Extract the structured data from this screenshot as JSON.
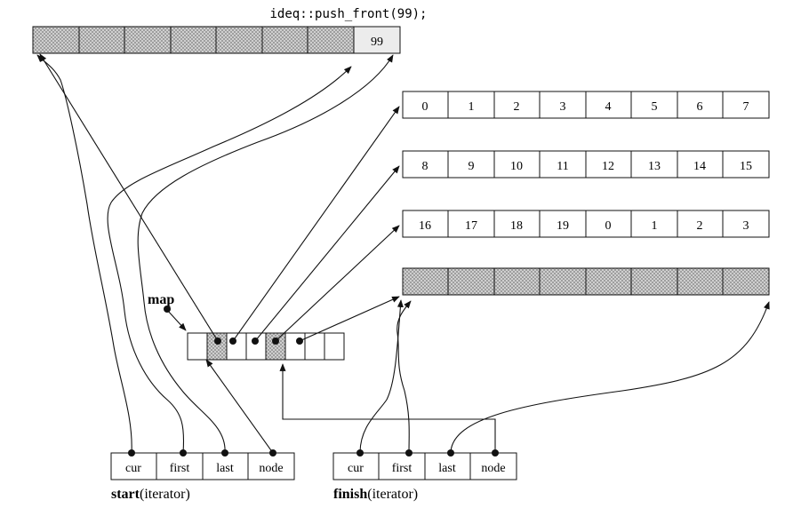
{
  "caption": "ideq::push_front(99);",
  "top_buffer": {
    "cells": [
      "",
      "",
      "",
      "",
      "",
      "",
      "",
      "99"
    ],
    "hatched": [
      true,
      true,
      true,
      true,
      true,
      true,
      true,
      false
    ]
  },
  "buffers": [
    {
      "cells": [
        "0",
        "1",
        "2",
        "3",
        "4",
        "5",
        "6",
        "7"
      ]
    },
    {
      "cells": [
        "8",
        "9",
        "10",
        "11",
        "12",
        "13",
        "14",
        "15"
      ]
    },
    {
      "cells": [
        "16",
        "17",
        "18",
        "19",
        "0",
        "1",
        "2",
        "3"
      ]
    },
    {
      "cells": [
        "",
        "",
        "",
        "",
        "",
        "",
        "",
        ""
      ],
      "hatched": [
        true,
        true,
        true,
        true,
        true,
        true,
        true,
        true
      ]
    }
  ],
  "map": {
    "label": "map"
  },
  "start_iterator": {
    "fields": [
      "cur",
      "first",
      "last",
      "node"
    ],
    "title_bold": "start",
    "title_rest": "(iterator)"
  },
  "finish_iterator": {
    "fields": [
      "cur",
      "first",
      "last",
      "node"
    ],
    "title_bold": "finish",
    "title_rest": "(iterator)"
  },
  "colors": {
    "line": "#111111",
    "hatch": "#9a9a9a",
    "background": "#ffffff"
  }
}
